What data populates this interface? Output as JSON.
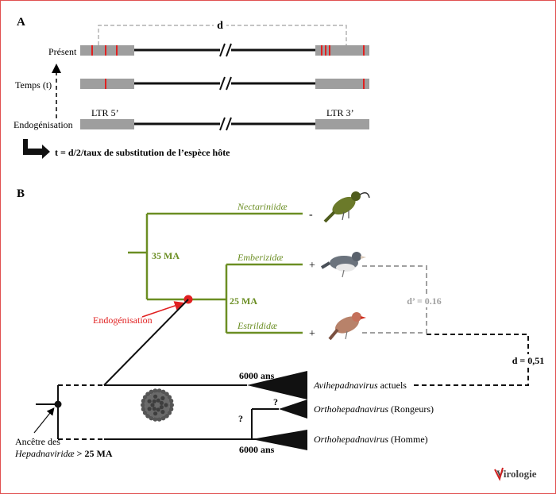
{
  "panel_a": {
    "label": "A",
    "distance_label": "d",
    "rows": {
      "present": "Présent",
      "time": "Temps (t)",
      "endogenisation": "Endogénisation"
    },
    "ltr_left": "LTR 5’",
    "ltr_right": "LTR 3’",
    "formula": "t = d/2/taux de substitution de l’espèce hôte"
  },
  "panel_b": {
    "label": "B",
    "families": {
      "nectariniidae": "Nectariniidæ",
      "emberizidae": "Emberizidæ",
      "estrildidae": "Estrildidæ"
    },
    "signs": {
      "nectariniidae": "-",
      "emberizidae": "+",
      "estrildidae": "+"
    },
    "node_35": "35 MA",
    "node_25": "25 MA",
    "endogenisation_label": "Endogénisation",
    "d_prime": "d’ = 0.16",
    "d_value": "d = 0,51",
    "time_top": "6000 ans",
    "time_bottom": "6000 ans",
    "question_marks": [
      "?",
      "?"
    ],
    "clades": {
      "avi_italic": "Avihepadnavirus",
      "avi_rest": " actuels",
      "ortho_rodent_italic": "Orthohepadnavirus",
      "ortho_rodent_rest": " (Rongeurs)",
      "ortho_human_italic": "Orthohepadnavirus",
      "ortho_human_rest": " (Homme)"
    },
    "ancestor_line1": "Ancêtre des",
    "ancestor_line2_italic": "Hepadnaviridæ",
    "ancestor_line2_rest": " > 25 MA"
  },
  "logo": "Virologie",
  "colors": {
    "green": "#6b8e23",
    "red": "#e02020",
    "grey_bar": "#9e9e9e",
    "dashed_grey": "#a0a0a0"
  }
}
